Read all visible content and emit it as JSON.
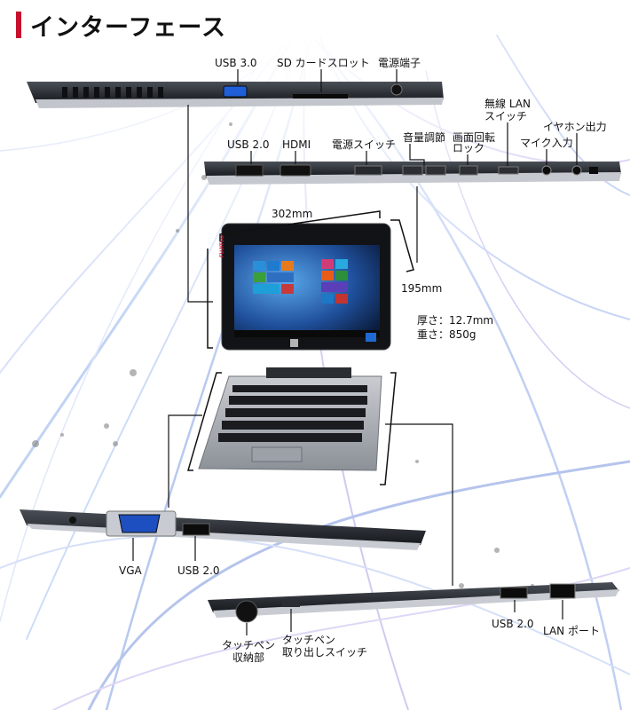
{
  "header": {
    "title": "インターフェース"
  },
  "top_ports": {
    "usb30": "USB 3.0",
    "sd_slot": "SD カードスロット",
    "power_jack": "電源端子"
  },
  "side_ports": {
    "wireless_lan_line1": "無線 LAN",
    "wireless_lan_line2": "スイッチ",
    "usb20": "USB 2.0",
    "hdmi": "HDMI",
    "power_switch": "電源スイッチ",
    "volume": "音量調節",
    "rotation_line1": "画面回転",
    "rotation_line2": "ロック",
    "mic": "マイク入力",
    "earphone": "イヤホン出力"
  },
  "dimensions": {
    "width": "302mm",
    "height": "195mm",
    "thickness": "厚さ：12.7mm",
    "weight": "重さ：850g"
  },
  "keyboard_left": {
    "vga": "VGA",
    "usb20": "USB 2.0"
  },
  "keyboard_right": {
    "pen_storage_line1": "タッチペン",
    "pen_storage_line2": "収納部",
    "pen_eject_line1": "タッチペン",
    "pen_eject_line2": "取り出しスイッチ",
    "usb20": "USB 2.0",
    "lan_port": "LAN ポート"
  },
  "tablet_screen": {
    "brand": "FUJITSU"
  },
  "colors": {
    "accent": "#c8102e",
    "device_dark": "#2b2f36",
    "device_silver": "#b9bec6",
    "swirl_blue": "#7f9ee0",
    "swirl_purple": "#b8a7e8"
  }
}
